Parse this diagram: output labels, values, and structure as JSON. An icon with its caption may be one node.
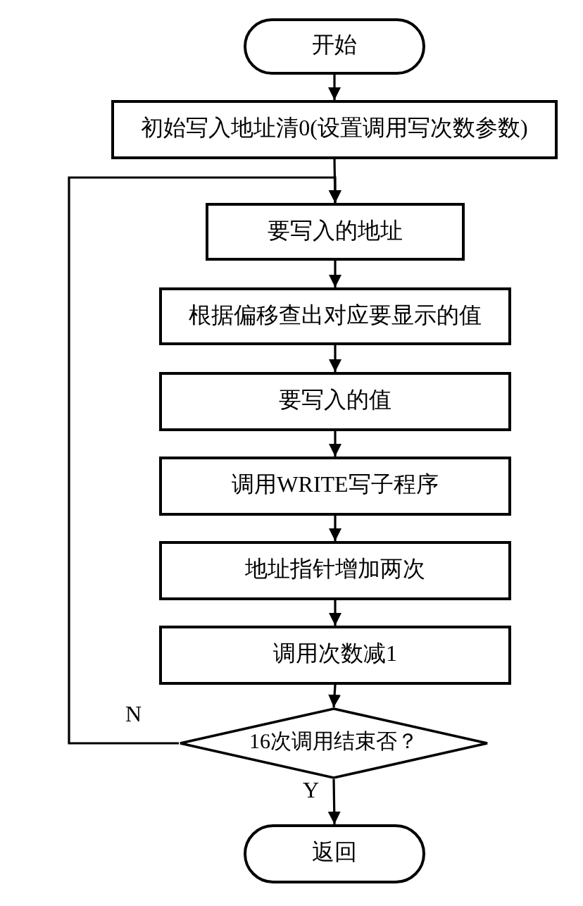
{
  "diagram": {
    "nodes": [
      {
        "text": [
          "开始"
        ]
      },
      {
        "text": [
          "初始写入地址清0(设置调用写次数参数)"
        ]
      },
      {
        "text": [
          "要写入的地址"
        ]
      },
      {
        "text": [
          "根据偏移查出对应要显示的值"
        ]
      },
      {
        "text": [
          "要写入的值"
        ]
      },
      {
        "text": [
          "调用WRITE写子程序"
        ]
      },
      {
        "text": [
          "地址指针增加两次"
        ]
      },
      {
        "text": [
          "调用次数减1"
        ]
      },
      {
        "text": [
          "16次调用结束否？"
        ]
      },
      {
        "text": [
          "返回"
        ]
      }
    ],
    "edges": [
      {
        "from": 0,
        "to": 1,
        "arrow": "to"
      },
      {
        "from": 1,
        "to": 2,
        "arrow": "to"
      },
      {
        "from": 2,
        "to": 3,
        "arrow": "to"
      },
      {
        "from": 3,
        "to": 4,
        "arrow": "to"
      },
      {
        "from": 4,
        "to": 5,
        "arrow": "to"
      },
      {
        "from": 5,
        "to": 6,
        "arrow": "to"
      },
      {
        "from": 6,
        "to": 7,
        "arrow": "to"
      },
      {
        "from": 7,
        "to": 8,
        "arrow": "to"
      },
      {
        "from": 8,
        "to": 9,
        "arrow": "to",
        "label": "Y"
      },
      {
        "from": 8,
        "to": 2,
        "arrow": "to",
        "label": "N"
      }
    ]
  }
}
